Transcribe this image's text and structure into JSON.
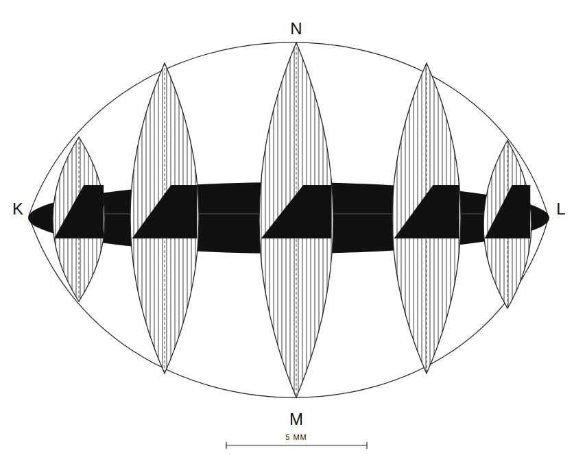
{
  "diagram": {
    "labels": [
      "N",
      "K",
      "L",
      "M",
      "5 MM"
    ]
  }
}
